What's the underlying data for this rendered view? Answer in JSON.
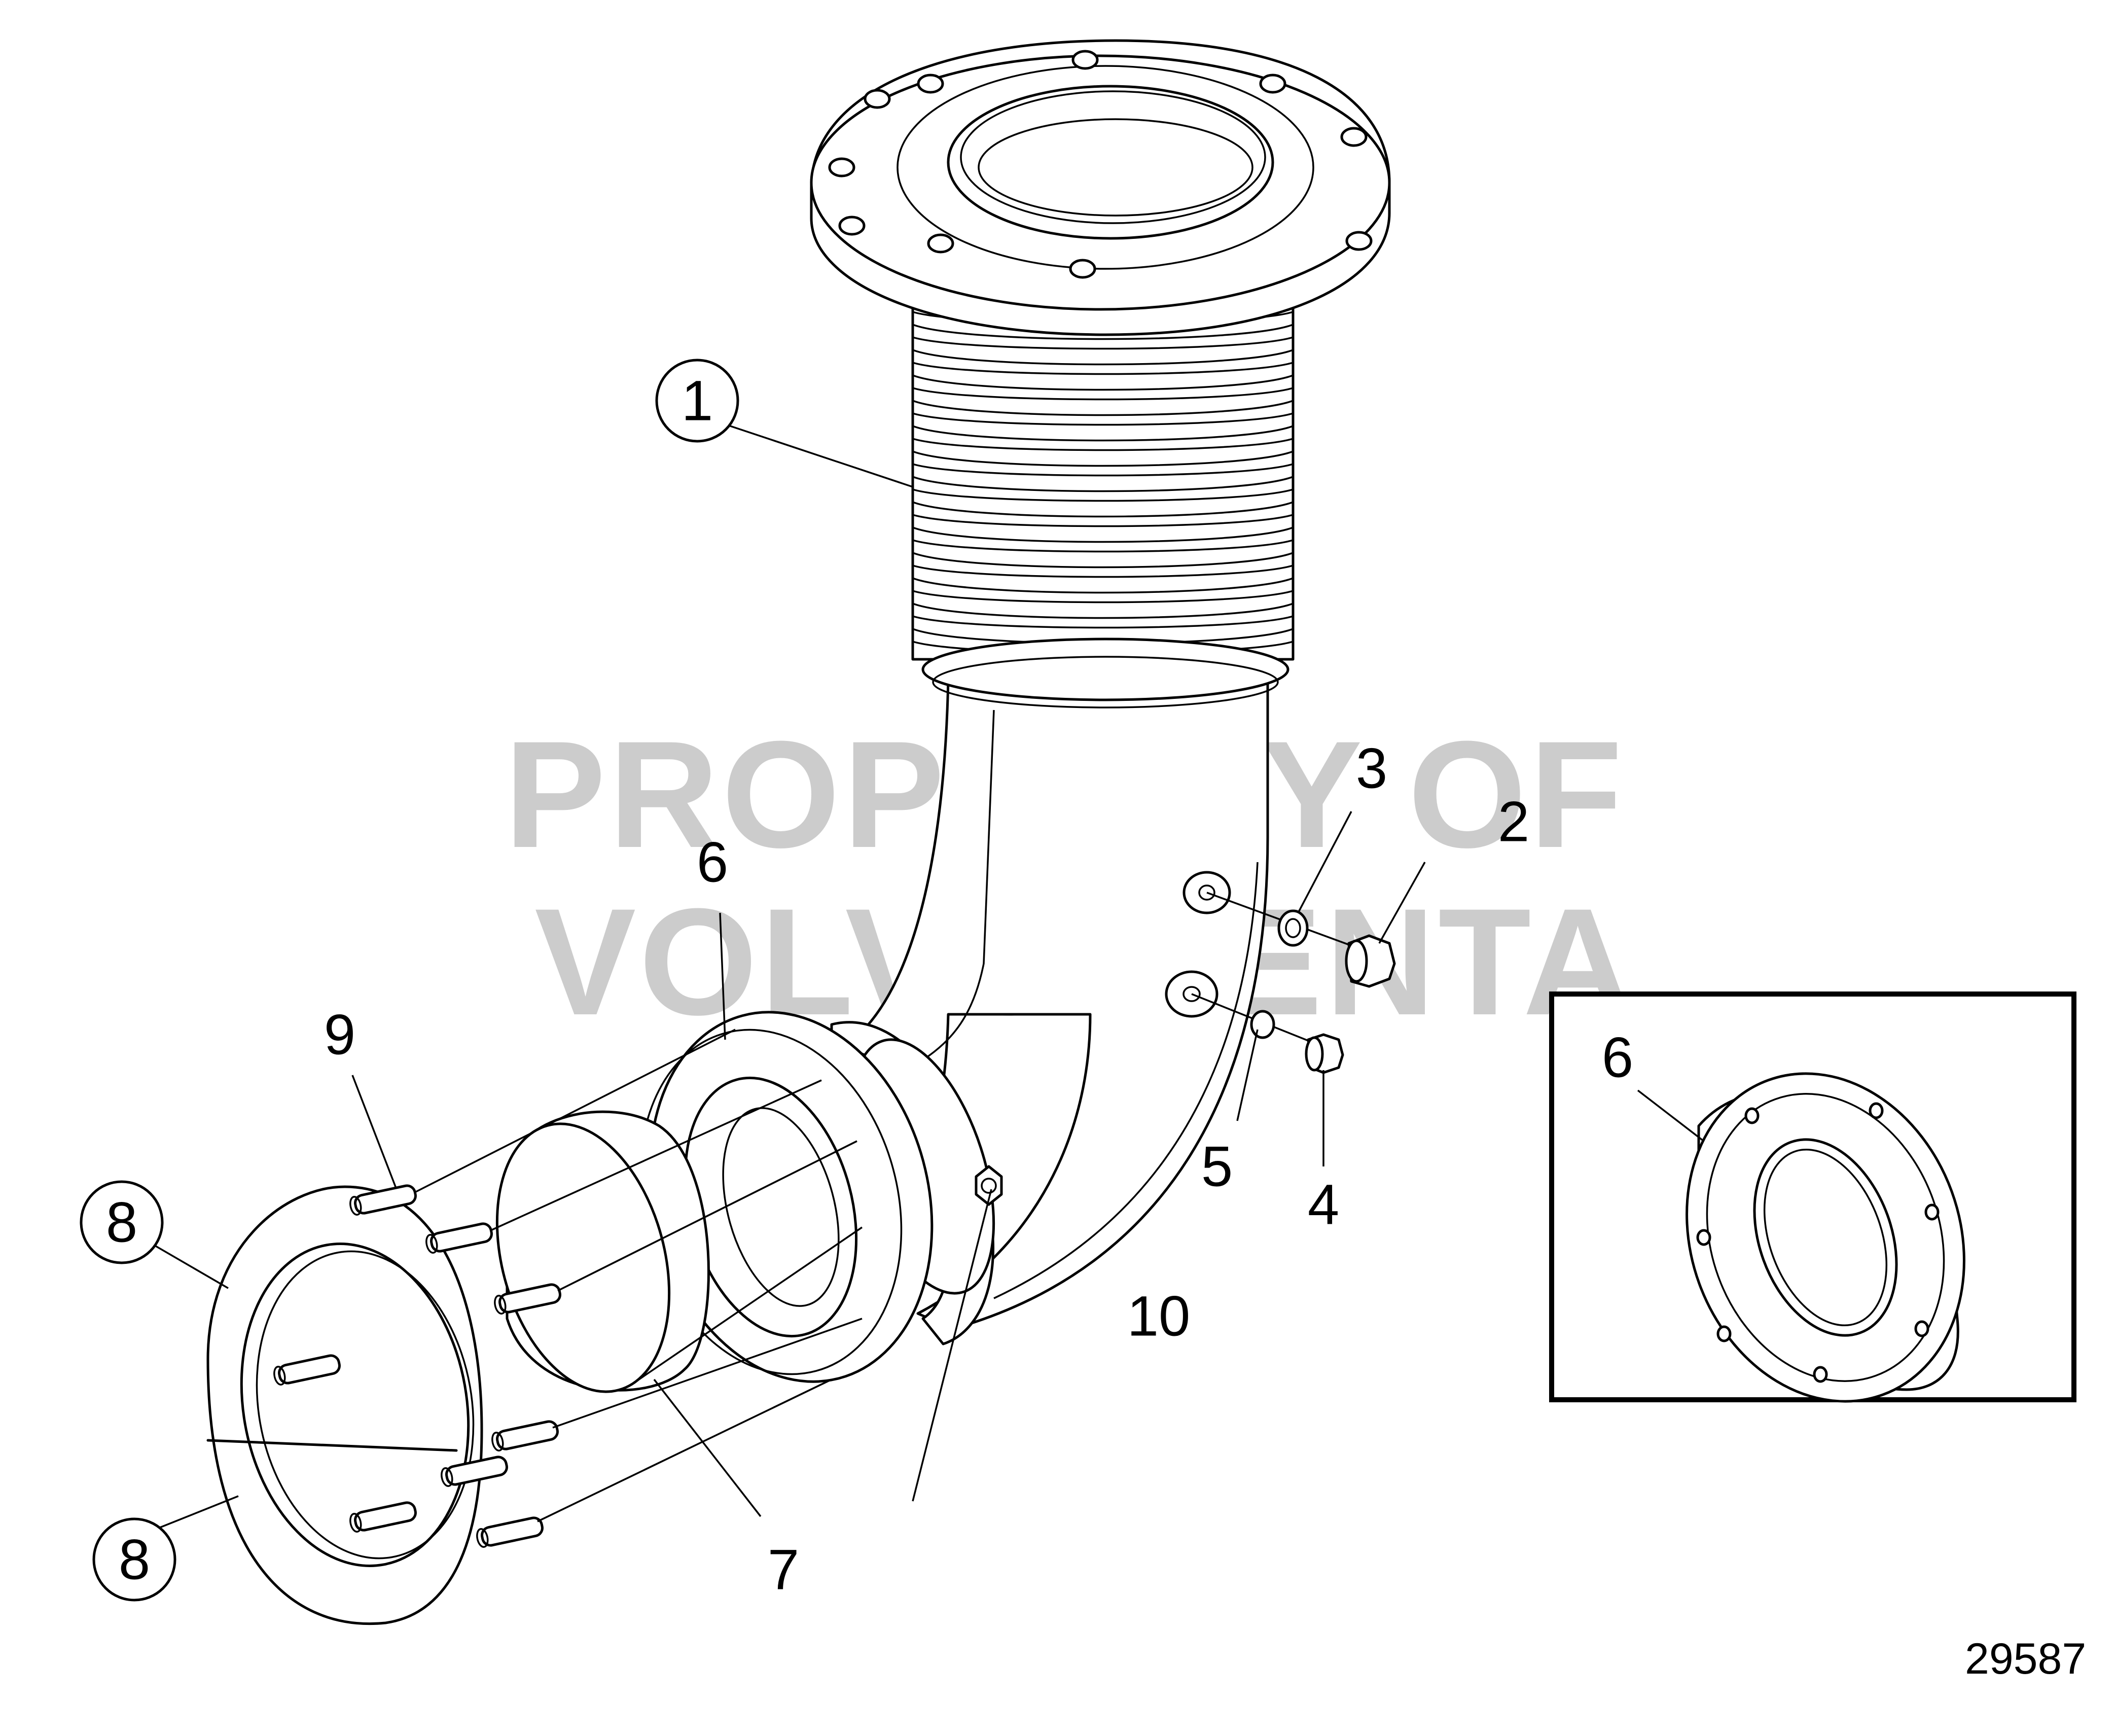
{
  "diagram": {
    "callouts": [
      {
        "id": "c1",
        "label": "1",
        "circled": true
      },
      {
        "id": "c2",
        "label": "2",
        "circled": false
      },
      {
        "id": "c3",
        "label": "3",
        "circled": false
      },
      {
        "id": "c4",
        "label": "4",
        "circled": false
      },
      {
        "id": "c5",
        "label": "5",
        "circled": false
      },
      {
        "id": "c6",
        "label": "6",
        "circled": false
      },
      {
        "id": "c7",
        "label": "7",
        "circled": false
      },
      {
        "id": "c8a",
        "label": "8",
        "circled": true
      },
      {
        "id": "c8b",
        "label": "8",
        "circled": true
      },
      {
        "id": "c9",
        "label": "9",
        "circled": false
      },
      {
        "id": "c10",
        "label": "10",
        "circled": false
      },
      {
        "id": "c6b",
        "label": "6",
        "circled": false
      }
    ],
    "watermark_line1": "PROPERTY OF",
    "watermark_line2": "VOLVO PENTA",
    "figure_number": "29587"
  }
}
